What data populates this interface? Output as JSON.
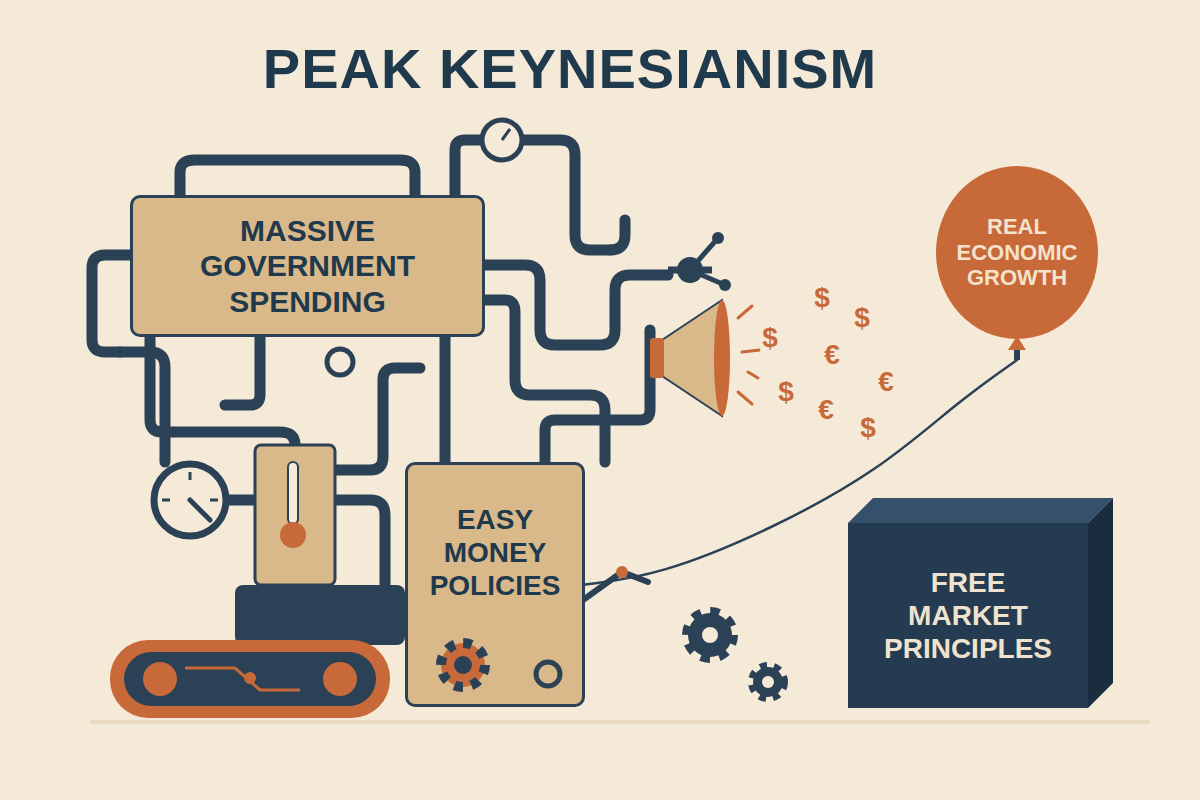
{
  "diagram": {
    "title": "PEAK KEYNESIANISM",
    "nodes": [
      {
        "text": [
          "MASSIVE GOVERNMENT SPENDING"
        ]
      },
      {
        "text": [
          "EASY MONEY POLICIES"
        ]
      },
      {
        "text": [
          "REAL ECONOMIC GROWTH"
        ]
      },
      {
        "text": [
          "FREE MARKET PRINCIPLES"
        ]
      }
    ],
    "edges": [
      {
        "from": 0,
        "to": 1,
        "arrow": "none"
      },
      {
        "from": 1,
        "to": 2,
        "arrow": "none"
      }
    ],
    "labels": [
      "$",
      "$",
      "$",
      "€",
      "€",
      "$",
      "€",
      "$"
    ]
  }
}
